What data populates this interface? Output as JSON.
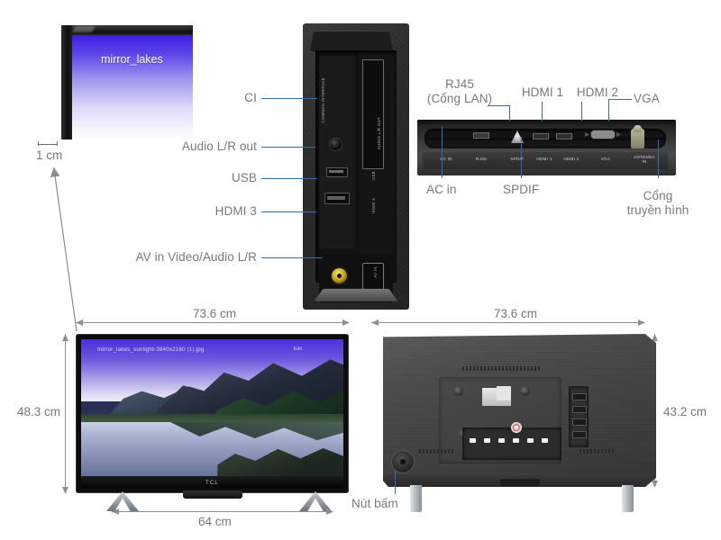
{
  "product": {
    "brand": "TCL",
    "screen_filename": "mirror_lakes_sunlight-3840x2160 (1).jpg",
    "screen_filename_short": "mirror_lakes",
    "screen_overlay_right": "Edit"
  },
  "bezel_callout": {
    "measure_label": "1 cm"
  },
  "side_ports": [
    {
      "key": "ci",
      "label": "CI"
    },
    {
      "key": "audio",
      "label": "Audio L/R out"
    },
    {
      "key": "usb",
      "label": "USB"
    },
    {
      "key": "hdmi3",
      "label": "HDMI 3"
    },
    {
      "key": "av",
      "label": "AV in Video/Audio L/R"
    }
  ],
  "side_panel_silk": {
    "ci": "COMMON INTERFACE",
    "audio": "AUDIO L/R OUT",
    "usb": "USB",
    "hdmi3": "HDMI 3",
    "av_in": "AV IN"
  },
  "rear_ports_top": [
    {
      "key": "rj45",
      "label": "RJ45\n(Cổng LAN)"
    },
    {
      "key": "hdmi1",
      "label": "HDMI 1"
    },
    {
      "key": "hdmi2",
      "label": "HDMI 2"
    },
    {
      "key": "vga",
      "label": "VGA"
    }
  ],
  "rear_ports_bottom": [
    {
      "key": "acin",
      "label": "AC in"
    },
    {
      "key": "spdif",
      "label": "SPDIF"
    },
    {
      "key": "antenna",
      "label": "Cổng\ntruyền hình"
    }
  ],
  "rear_panel_silk": {
    "ac_in": "AC IN",
    "rj45": "RJ45",
    "spdif": "SPDIF",
    "hdmi1": "HDMI 1",
    "hdmi2": "HDMI 2",
    "vga": "VGA",
    "antenna": "ANTENNA\nIN"
  },
  "dimensions": {
    "front_width": "73.6 cm",
    "front_height": "48.3 cm",
    "stand_width": "64 cm",
    "back_width": "73.6 cm",
    "back_height": "43.2 cm"
  },
  "back_callout": {
    "power_button": "Nút bấm"
  },
  "colors": {
    "leader_line": "#2f6fb5",
    "dimension_line": "#8e8e8e",
    "text": "#787878",
    "background": "#ffffff"
  }
}
